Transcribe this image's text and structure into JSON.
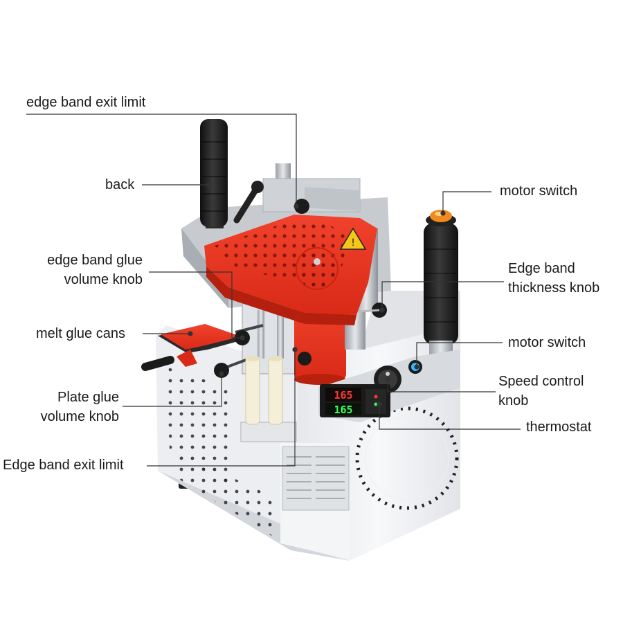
{
  "labels": {
    "edge_band_exit_limit_top": "edge band exit limit",
    "back": "back",
    "edge_band_glue_volume_knob": "edge band glue\nvolume knob",
    "melt_glue_cans": "melt glue cans",
    "plate_glue_volume_knob": "Plate glue\nvolume knob",
    "edge_band_exit_limit_bottom": "Edge band exit limit",
    "motor_switch_top": "motor switch",
    "edge_band_thickness_knob": "Edge band\nthickness knob",
    "motor_switch_bottom": "motor switch",
    "speed_control_knob": "Speed control\nknob",
    "thermostat": "thermostat"
  },
  "display": {
    "top_reading": "165",
    "bottom_reading": "165"
  },
  "colors": {
    "machine_red": "#e8321f",
    "machine_body": "#f2f3f5",
    "grip_black": "#1e1e1e",
    "leader_line": "#333333"
  }
}
